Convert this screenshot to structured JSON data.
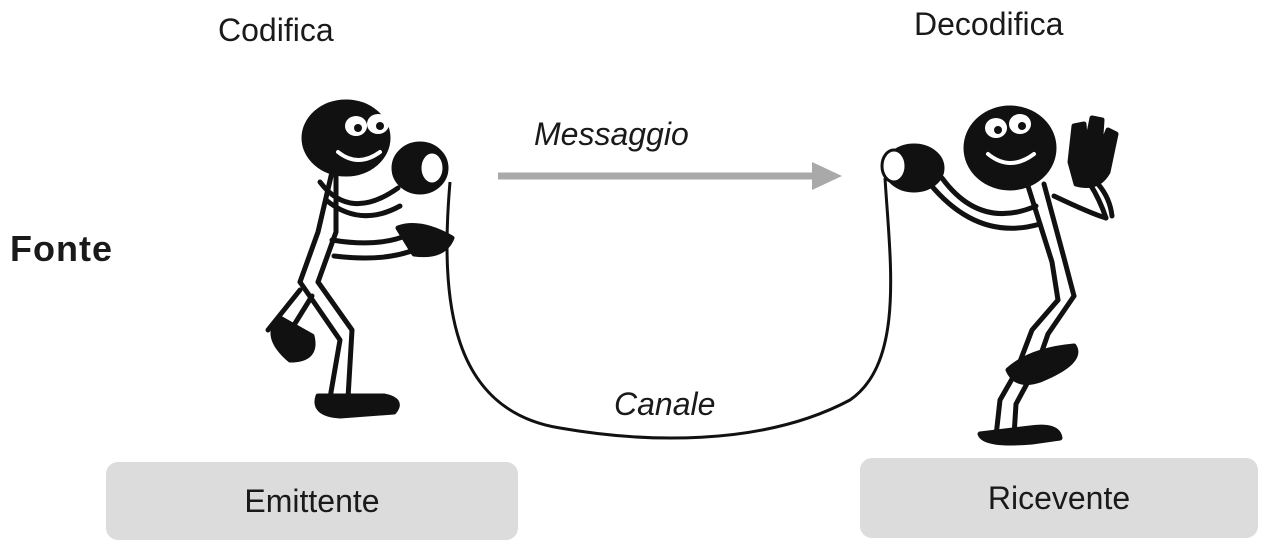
{
  "diagram": {
    "codifica": "Codifica",
    "decodifica": "Decodifica",
    "messaggio": "Messaggio",
    "canale": "Canale",
    "fonte": "Fonte",
    "emittente": "Emittente",
    "ricevente": "Ricevente"
  },
  "colors": {
    "ink": "#111111",
    "arrow": "#a9a9a9",
    "box": "#dcdcdc"
  }
}
